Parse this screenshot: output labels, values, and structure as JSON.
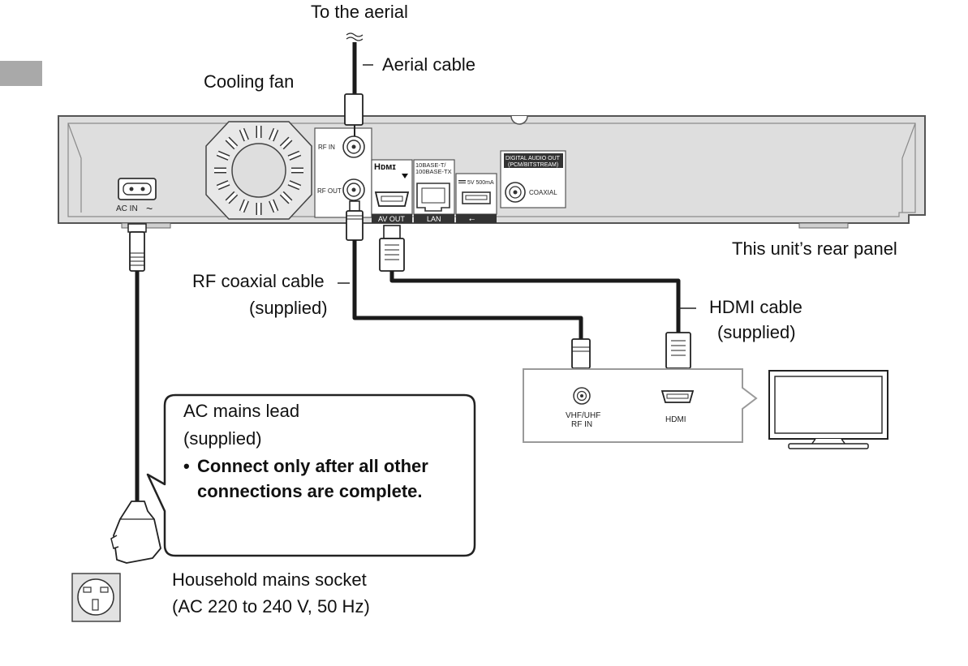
{
  "labels": {
    "aerial_top": "To the aerial",
    "aerial_cable": "Aerial cable",
    "cooling_fan": "Cooling fan",
    "rear_panel": "This unit’s rear panel",
    "rf_cable_line1": "RF coaxial cable",
    "rf_cable_line2": "(supplied)",
    "hdmi_cable_line1": "HDMI cable",
    "hdmi_cable_line2": "(supplied)",
    "socket_line1": "Household mains socket",
    "socket_line2": "(AC 220 to 240 V, 50 Hz)"
  },
  "callout": {
    "line1": "AC mains lead",
    "line2": "(supplied)",
    "bullet": "•",
    "note_line1": "Connect only after all other",
    "note_line2": "connections are complete."
  },
  "panel": {
    "ac_in": "AC IN",
    "ac_tilde": "~",
    "rf_in": "RF IN",
    "rf_out": "RF OUT",
    "hdmi_logo": "Hᴅᴍɪ",
    "av_out": "AV OUT",
    "lan_spec_1": "10BASE-T/",
    "lan_spec_2": "100BASE-TX",
    "lan": "LAN",
    "usb_spec": "5V 500mA",
    "usb_symbol": "⭠",
    "digital_out_1": "DIGITAL AUDIO OUT",
    "digital_out_2": "(PCM/BITSTREAM)",
    "coaxial": "COAXIAL"
  },
  "tv_box": {
    "rf_in_1": "VHF/UHF",
    "rf_in_2": "RF IN",
    "hdmi": "HDMI"
  },
  "colors": {
    "unit_fill": "#dcdcdc",
    "unit_stroke": "#555555",
    "cable": "#1a1a1a",
    "tab": "#a9a9a9"
  }
}
